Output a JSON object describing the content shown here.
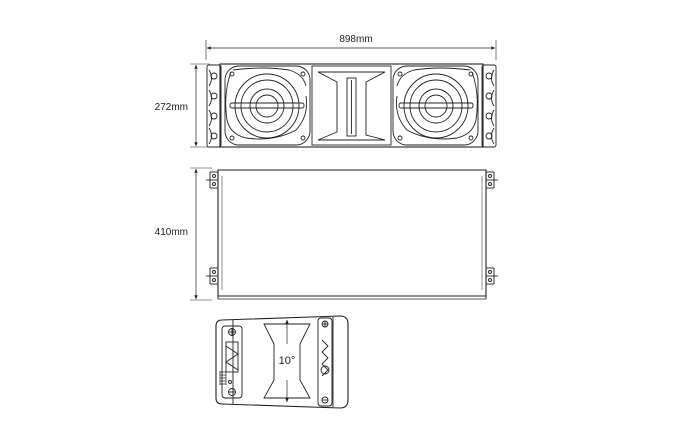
{
  "dimensions": {
    "width_label": "898mm",
    "height_label": "272mm",
    "depth_label": "410mm",
    "angle_label": "10°"
  },
  "colors": {
    "line": "#222222",
    "fill": "#ffffff"
  },
  "views": [
    {
      "name": "front-view"
    },
    {
      "name": "top-view"
    },
    {
      "name": "side-view"
    }
  ]
}
